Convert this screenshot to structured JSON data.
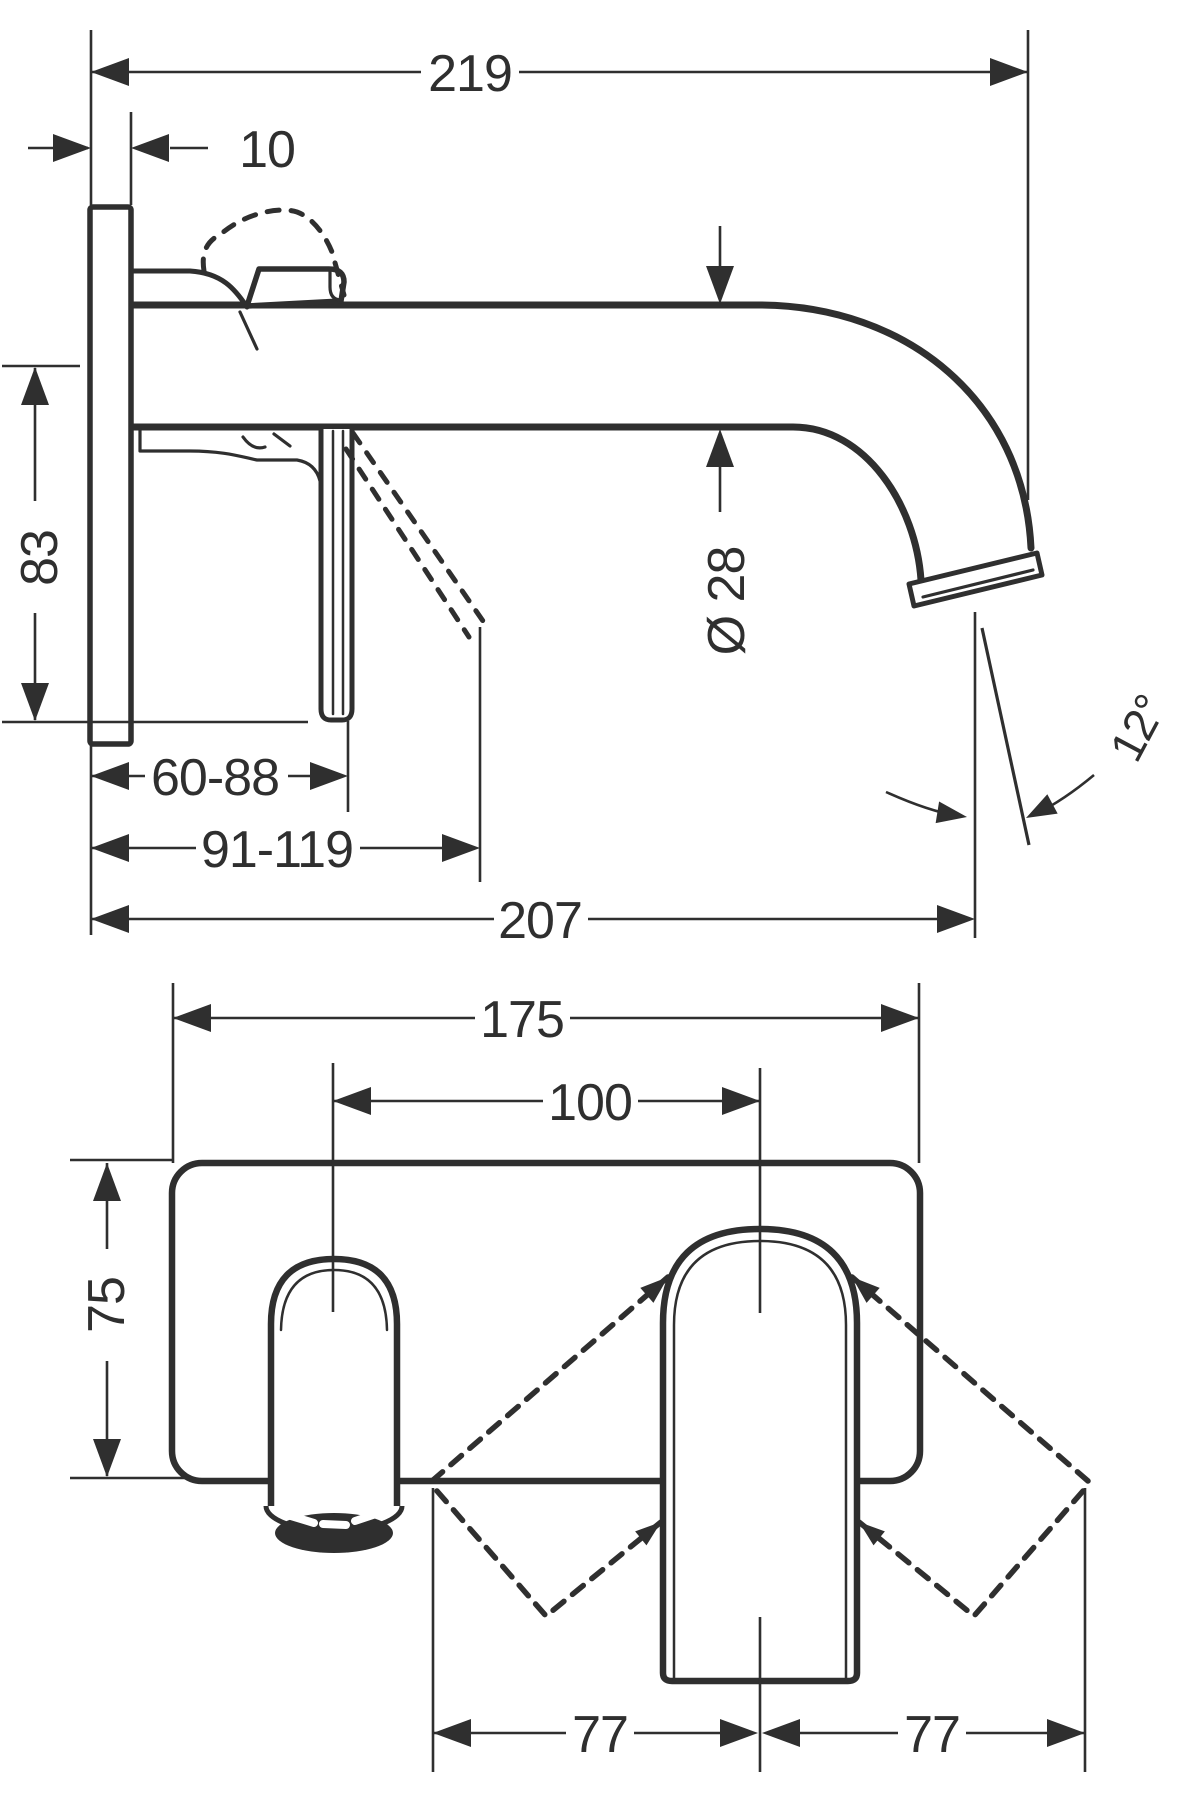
{
  "drawing": {
    "type": "technical-dimension-drawing",
    "subject": "wall-mounted single-lever basin mixer faucet",
    "background_color": "#ffffff",
    "line_color": "#2f2f2f",
    "views": [
      {
        "id": "side-view",
        "description": "side elevation with spout, lever handle and wall plate"
      },
      {
        "id": "front-view",
        "description": "front elevation with escutcheon plate, spout outlet and handle swing arc"
      }
    ]
  },
  "labels": {
    "dim_219": "219",
    "dim_10": "10",
    "dim_83": "83",
    "dim_diameter": "Ø 28",
    "dim_60_88": "60-88",
    "dim_91_119": "91-119",
    "dim_207": "207",
    "dim_angle": "12°",
    "dim_175": "175",
    "dim_100": "100",
    "dim_75": "75",
    "dim_77_left": "77",
    "dim_77_right": "77"
  }
}
